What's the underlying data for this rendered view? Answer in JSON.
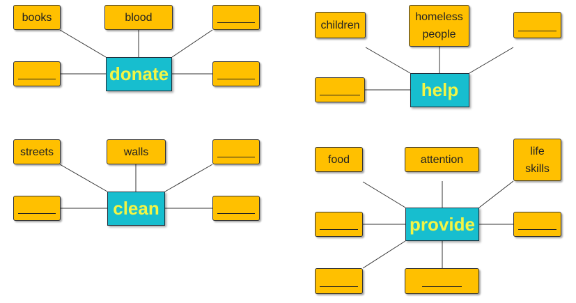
{
  "colors": {
    "leaf_fill": "#ffc000",
    "center_fill": "#17becf",
    "center_text": "#f3f545",
    "line": "#333333"
  },
  "maps": {
    "donate": {
      "center": "donate",
      "leaves": {
        "top_left": "books",
        "top_middle": "blood",
        "top_right": "",
        "middle_left": "",
        "middle_right": ""
      }
    },
    "help": {
      "center": "help",
      "leaves": {
        "top_left": "children",
        "top_middle_line1": "homeless",
        "top_middle_line2": "people",
        "top_right": "",
        "middle_left": ""
      }
    },
    "clean": {
      "center": "clean",
      "leaves": {
        "top_left": "streets",
        "top_middle": "walls",
        "top_right": "",
        "middle_left": "",
        "middle_right": ""
      }
    },
    "provide": {
      "center": "provide",
      "leaves": {
        "top_left": "food",
        "top_middle": "attention",
        "top_right_line1": "life",
        "top_right_line2": "skills",
        "middle_left": "",
        "middle_right": "",
        "bottom_left": "",
        "bottom_middle": ""
      }
    }
  }
}
